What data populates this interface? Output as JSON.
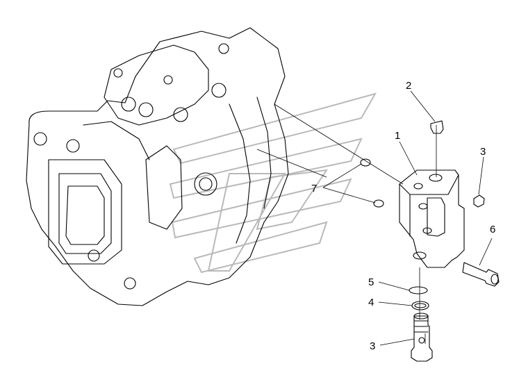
{
  "callouts": [
    {
      "id": "c1",
      "label": "1"
    },
    {
      "id": "c2",
      "label": "2"
    },
    {
      "id": "c3a",
      "label": "3"
    },
    {
      "id": "c6",
      "label": "6"
    },
    {
      "id": "c7",
      "label": "7"
    },
    {
      "id": "c5",
      "label": "5"
    },
    {
      "id": "c4",
      "label": "4"
    },
    {
      "id": "c3b",
      "label": "3"
    }
  ]
}
